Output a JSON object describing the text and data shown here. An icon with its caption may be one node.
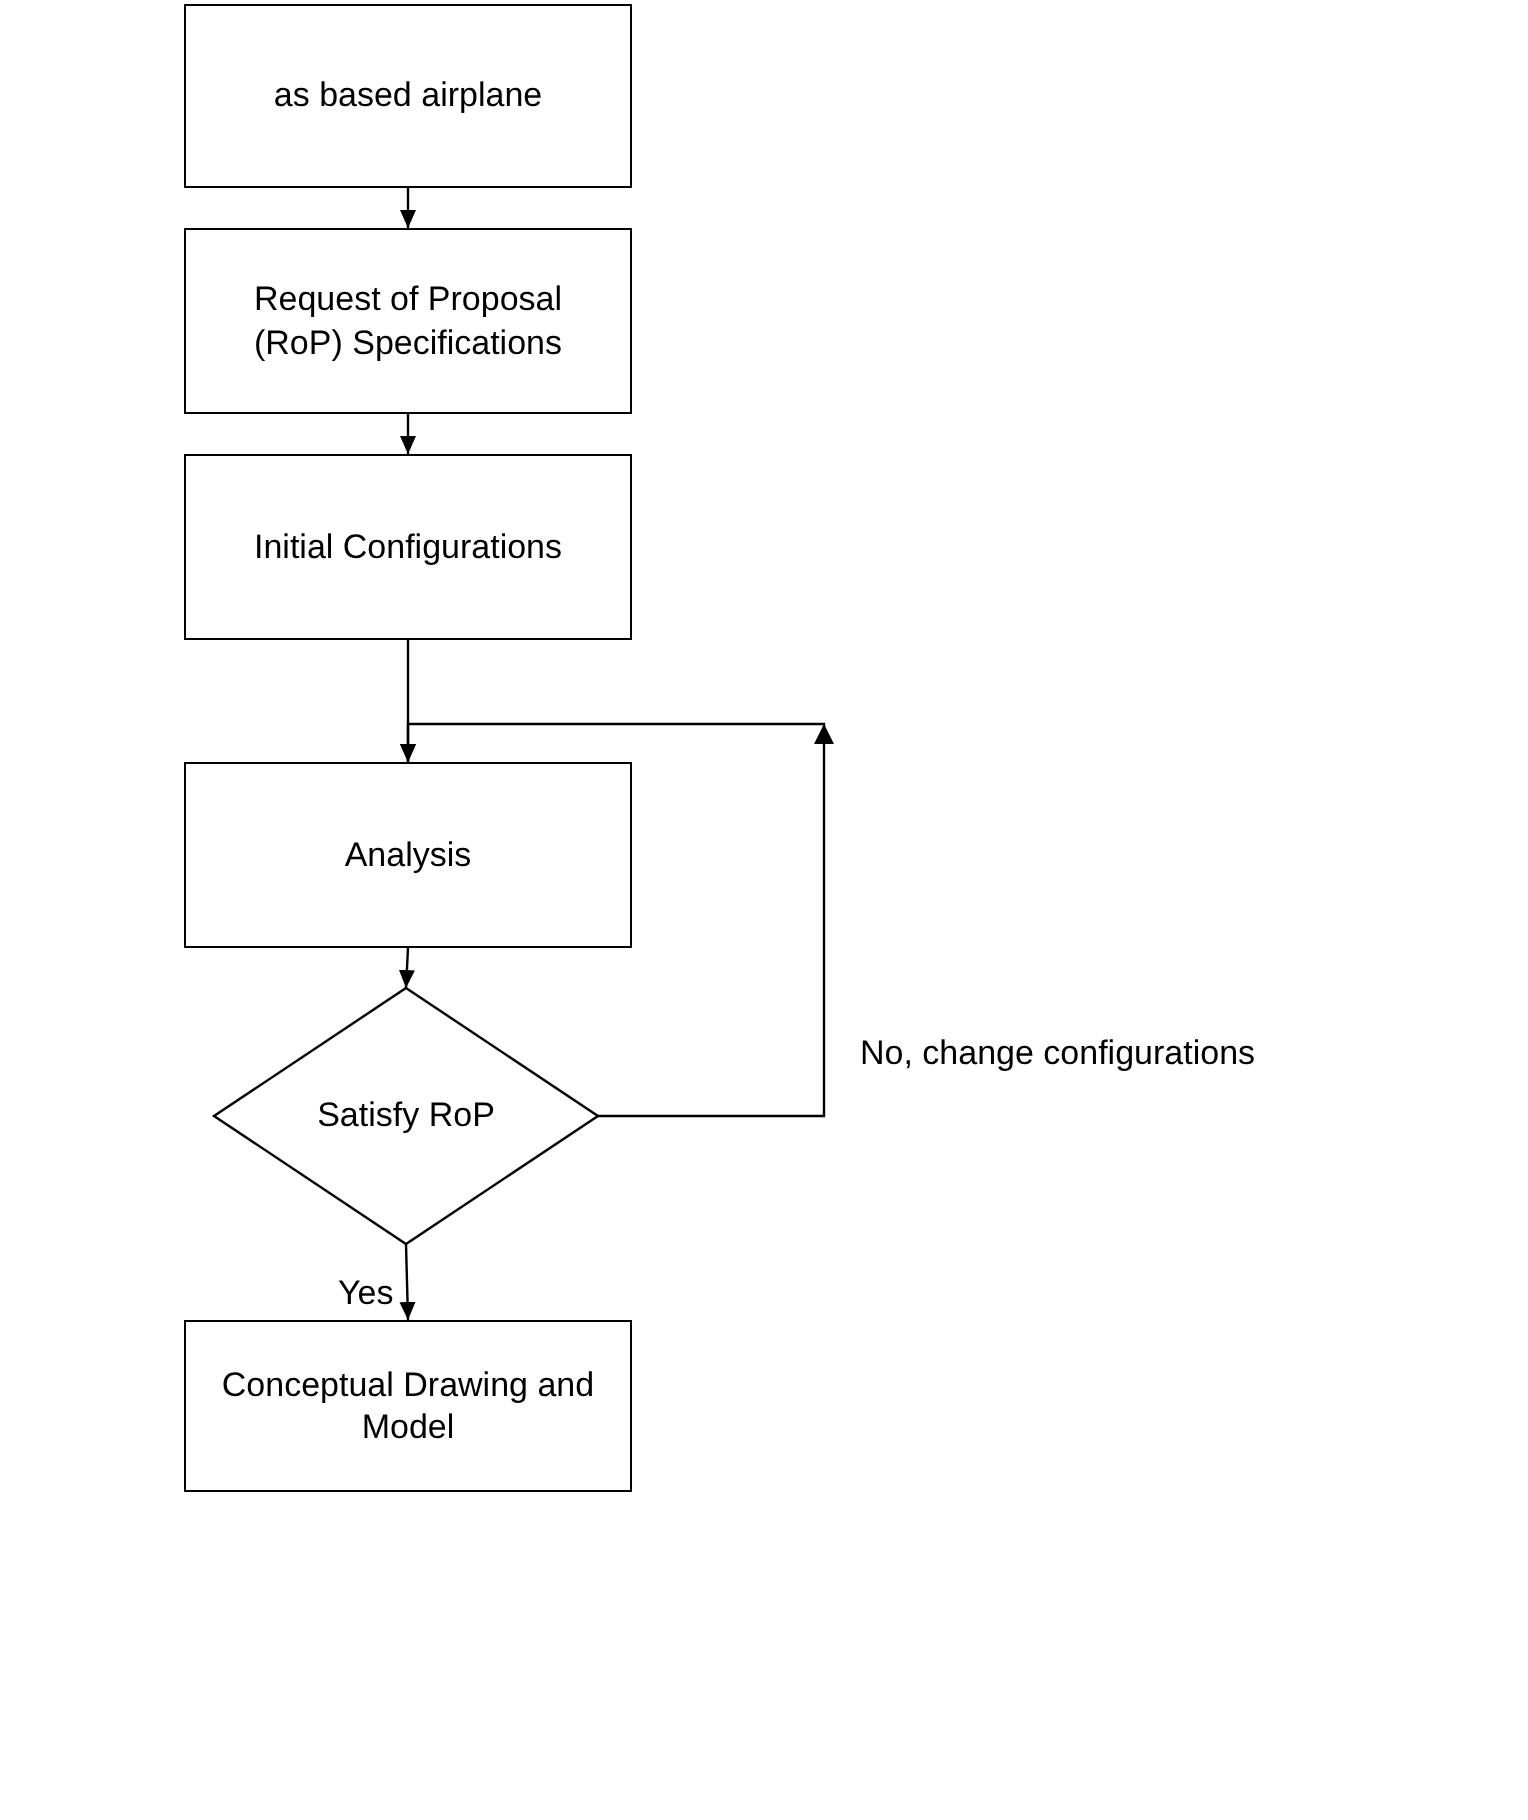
{
  "diagram": {
    "nodes": [
      {
        "text": [
          "as based airplane"
        ]
      },
      {
        "text": [
          "Request of Proposal (RoP) Specifications"
        ]
      },
      {
        "text": [
          "Initial Configurations"
        ]
      },
      {
        "text": [
          "Analysis"
        ]
      },
      {
        "text": [
          "Satisfy RoP"
        ]
      },
      {
        "text": [
          "Conceptual Drawing and Model"
        ]
      }
    ],
    "edges": [
      {
        "from": 0,
        "to": 1,
        "arrow": "to"
      },
      {
        "from": 1,
        "to": 2,
        "arrow": "to"
      },
      {
        "from": 2,
        "to": 3,
        "arrow": "to"
      },
      {
        "from": 3,
        "to": 4,
        "arrow": "to"
      },
      {
        "from": 4,
        "to": 5,
        "arrow": "to",
        "label": "Yes"
      },
      {
        "from": 4,
        "to": 3,
        "arrow": "to",
        "label": "No, change configurations"
      }
    ]
  }
}
